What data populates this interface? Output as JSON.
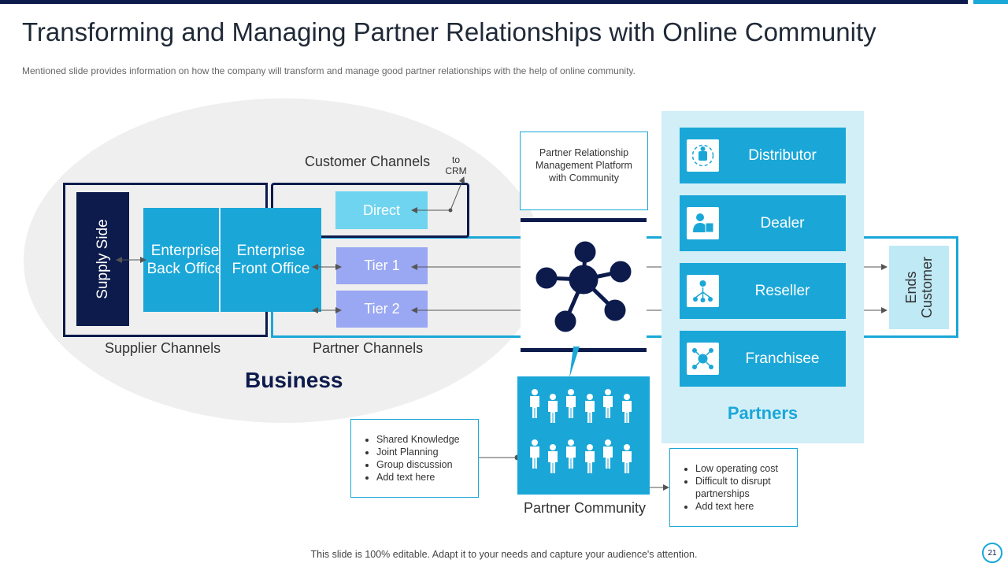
{
  "title": "Transforming and Managing Partner Relationships with Online Community",
  "subtitle": "Mentioned slide provides  information  on how the company will transform  and manage  good partner relationships  with the help of online community.",
  "business": {
    "label": "Business",
    "supply_side": "Supply Side",
    "back_office": "Enterprise Back Office",
    "front_office": "Enterprise Front Office",
    "supplier_channels": "Supplier Channels",
    "partner_channels": "Partner Channels",
    "customer_channels": "Customer Channels",
    "to_crm": "to CRM",
    "direct": "Direct",
    "tier1": "Tier 1",
    "tier2": "Tier 2"
  },
  "platform": {
    "label": "Partner Relationship Management Platform with Community"
  },
  "partners": {
    "label": "Partners",
    "items": [
      {
        "label": "Distributor",
        "icon": "distributor-icon"
      },
      {
        "label": "Dealer",
        "icon": "dealer-icon"
      },
      {
        "label": "Reseller",
        "icon": "reseller-icon"
      },
      {
        "label": "Franchisee",
        "icon": "franchisee-icon"
      }
    ]
  },
  "ends_customer": "Ends Customer",
  "community": {
    "label": "Partner Community",
    "left_points": [
      "Shared Knowledge",
      "Joint Planning",
      "Group discussion",
      "Add text here"
    ],
    "right_points": [
      "Low operating cost",
      "Difficult to disrupt partnerships",
      "Add text here"
    ]
  },
  "footer": "This slide is 100% editable. Adapt it to your needs and capture your audience's attention.",
  "page_number": "21",
  "colors": {
    "navy": "#0d1b4c",
    "blue": "#1aa7d8",
    "light_blue": "#d2eff8",
    "tier": "#9aa7f2",
    "direct": "#6fd4ef"
  }
}
